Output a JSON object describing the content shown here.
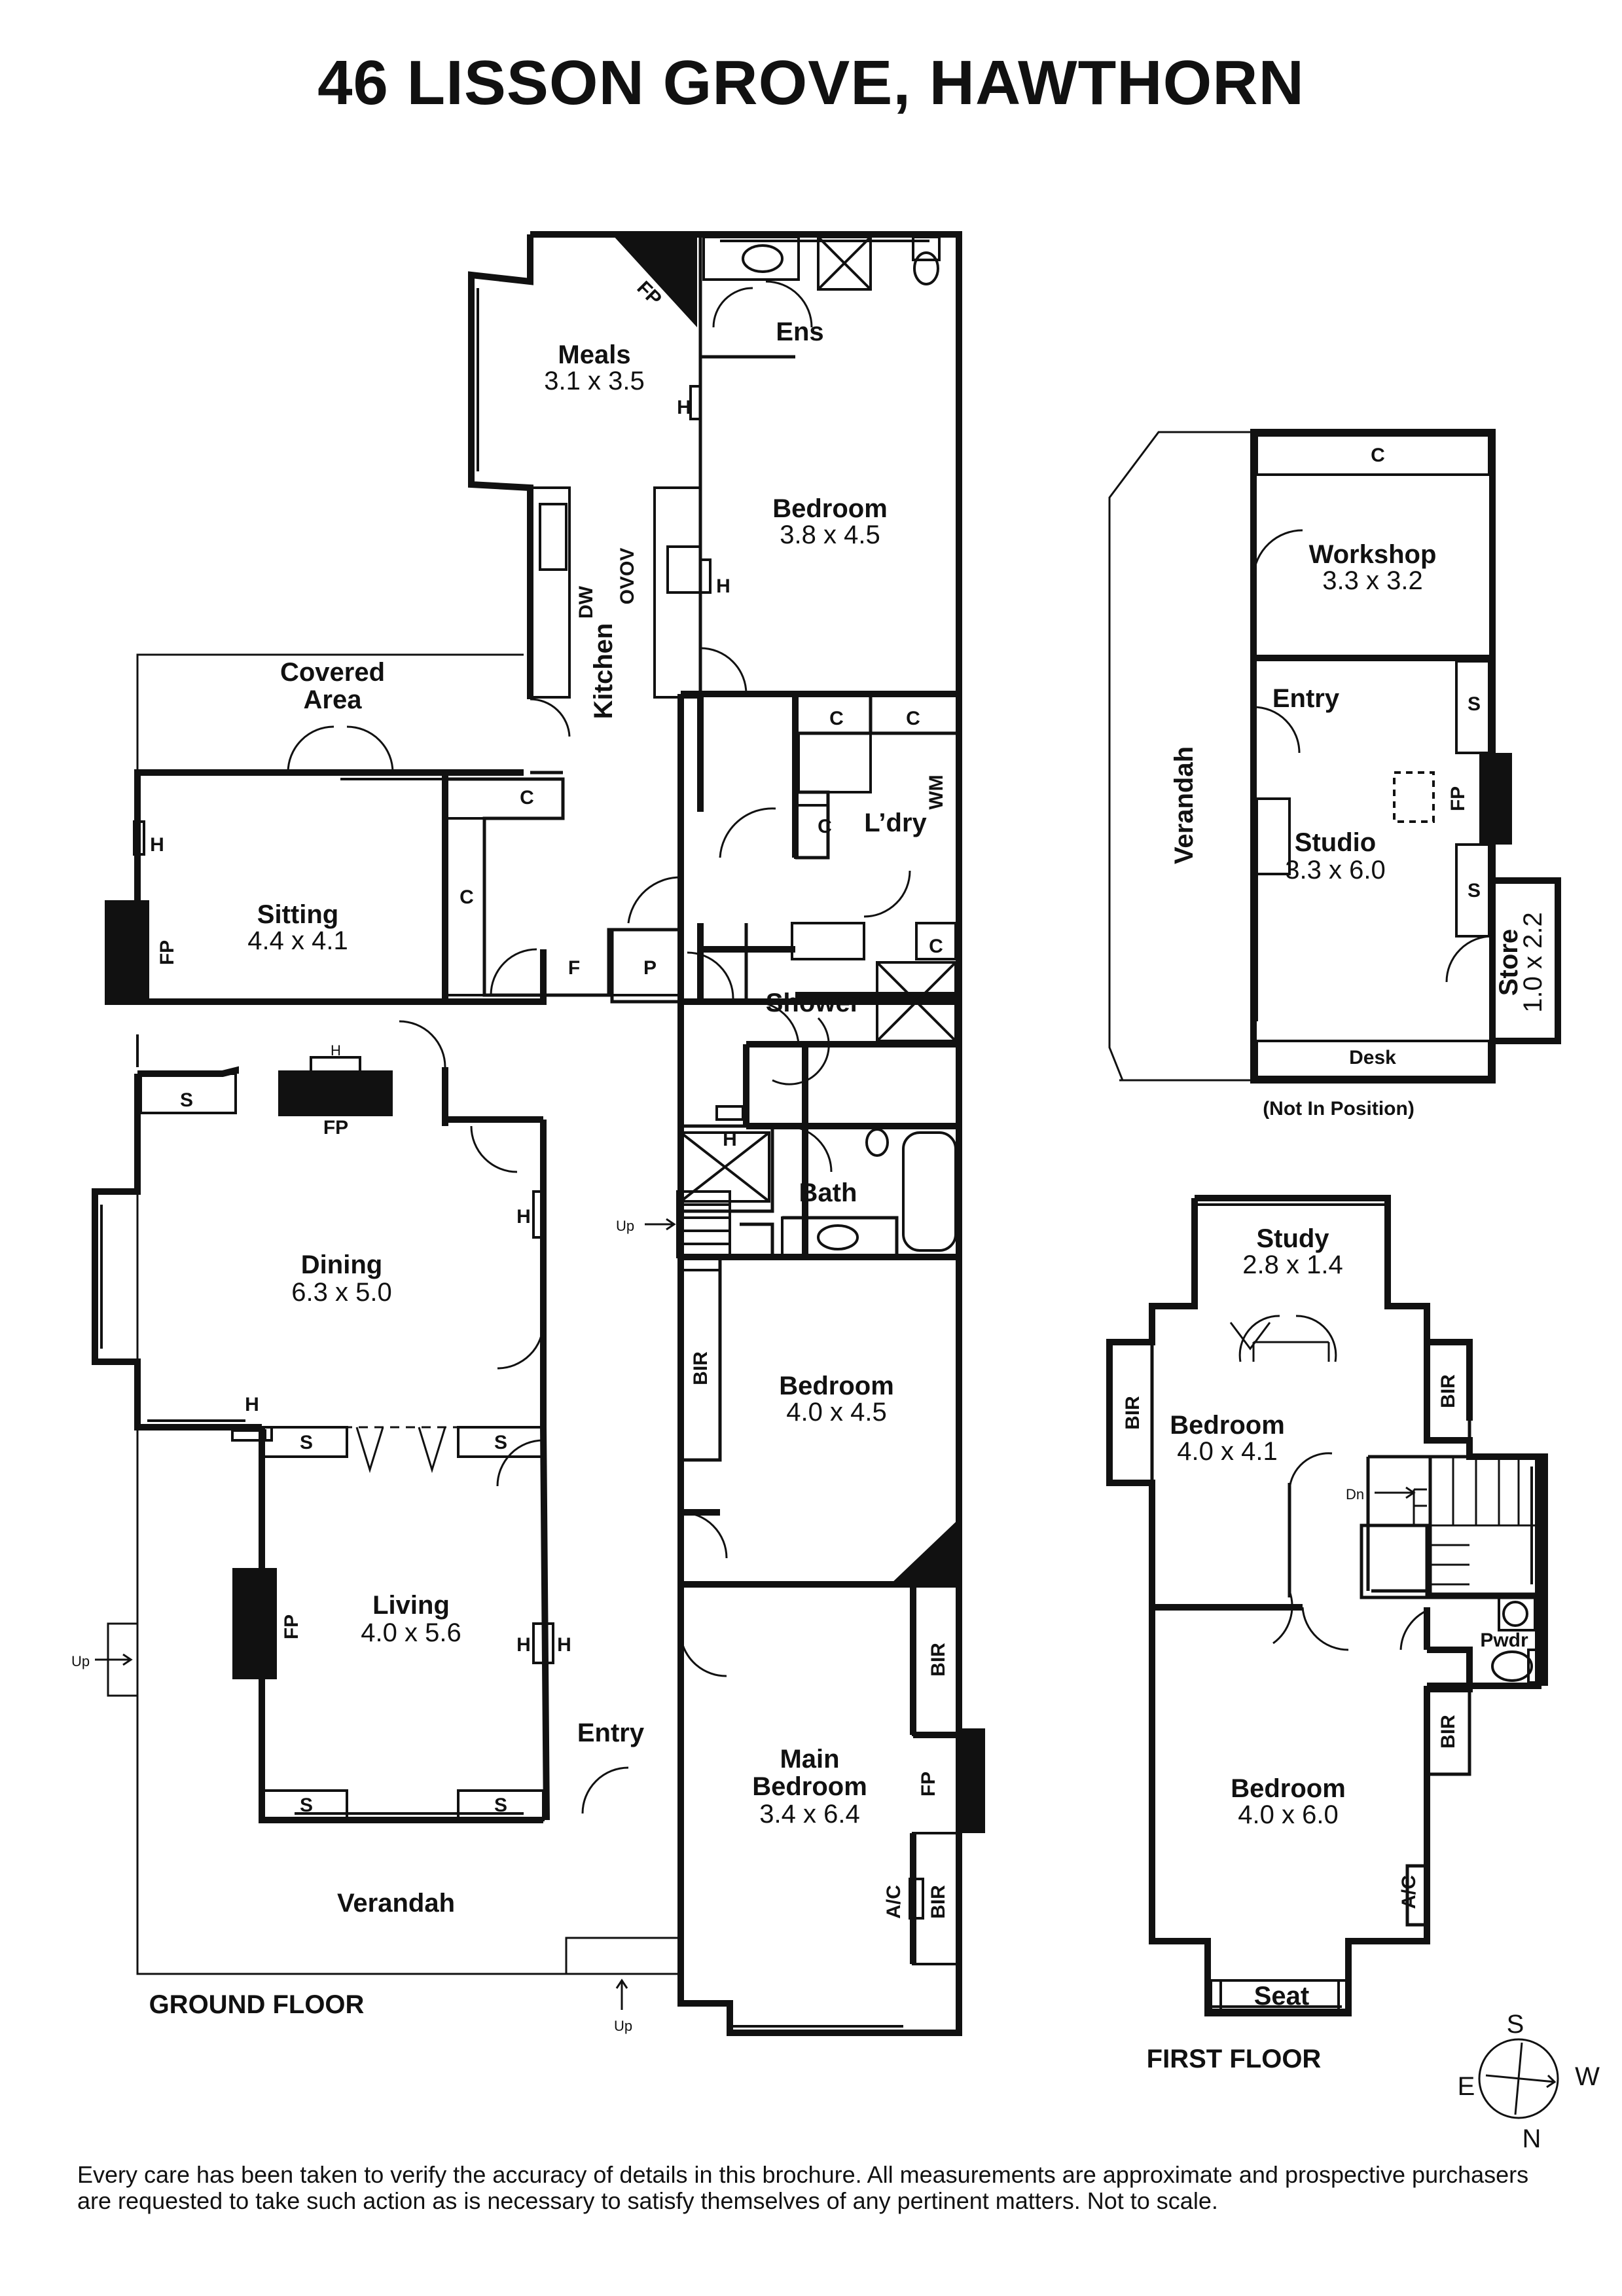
{
  "title": "46 LISSON GROVE, HAWTHORN",
  "floor_labels": {
    "ground": "GROUND FLOOR",
    "first": "FIRST FLOOR"
  },
  "rooms": {
    "meals": {
      "name": "Meals",
      "dim": "3.1 x 3.5"
    },
    "ens": {
      "name": "Ens"
    },
    "bedroom_rear": {
      "name": "Bedroom",
      "dim": "3.8 x 4.5"
    },
    "kitchen": {
      "name": "Kitchen"
    },
    "covered_area": {
      "line1": "Covered",
      "line2": "Area"
    },
    "laundry": {
      "name": "L’dry"
    },
    "sitting": {
      "name": "Sitting",
      "dim": "4.4 x 4.1"
    },
    "shower": {
      "name": "Shower"
    },
    "bath": {
      "name": "Bath"
    },
    "dining": {
      "name": "Dining",
      "dim": "6.3 x 5.0"
    },
    "bedroom_mid": {
      "name": "Bedroom",
      "dim": "4.0 x 4.5"
    },
    "living": {
      "name": "Living",
      "dim": "4.0 x 5.6"
    },
    "entry": {
      "name": "Entry"
    },
    "main_bedroom": {
      "line1": "Main",
      "line2": "Bedroom",
      "dim": "3.4 x 6.4"
    },
    "verandah_front": {
      "name": "Verandah"
    },
    "workshop": {
      "name": "Workshop",
      "dim": "3.3 x 3.2"
    },
    "studio_entry": {
      "name": "Entry"
    },
    "studio": {
      "name": "Studio",
      "dim": "3.3 x 6.0"
    },
    "store": {
      "name": "Store",
      "dim": "1.0 x 2.2"
    },
    "verandah_side": {
      "name": "Verandah"
    },
    "desk": {
      "name": "Desk"
    },
    "not_in_position": {
      "name": "(Not In Position)"
    },
    "study": {
      "name": "Study",
      "dim": "2.8 x 1.4"
    },
    "bedroom_up1": {
      "name": "Bedroom",
      "dim": "4.0 x 4.1"
    },
    "pwdr": {
      "name": "Pwdr"
    },
    "bedroom_up2": {
      "name": "Bedroom",
      "dim": "4.0 x 6.0"
    },
    "seat": {
      "name": "Seat"
    }
  },
  "fixtures": {
    "fp": "FP",
    "h": "H",
    "c": "C",
    "s": "S",
    "f": "F",
    "p": "P",
    "dw": "DW",
    "ov": "OVOV",
    "wm": "WM",
    "bir": "BIR",
    "ac": "A/C",
    "up": "Up",
    "dn": "Dn"
  },
  "compass": {
    "n": "N",
    "s": "S",
    "e": "E",
    "w": "W"
  },
  "disclaimer": "Every care has been taken to verify the accuracy of details in this brochure. All measurements are approximate and prospective purchasers are requested to take such action as is necessary to satisfy themselves of any pertinent matters. Not to scale."
}
